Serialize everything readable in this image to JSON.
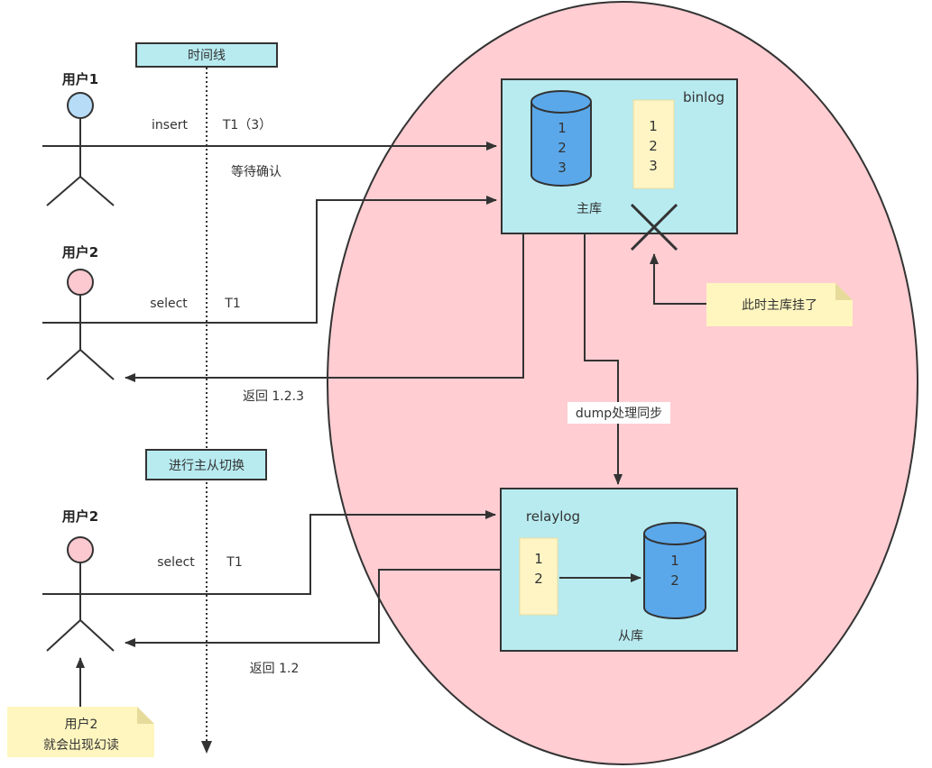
{
  "timeline": {
    "label": "时间线",
    "switch_label": "进行主从切换"
  },
  "users": {
    "user1": "用户1",
    "user2_top": "用户2",
    "user2_bottom": "用户2"
  },
  "messages": {
    "insert": "insert",
    "insert_time": "T1（3）",
    "wait_confirm": "等待确认",
    "select_top": "select",
    "select_top_time": "T1",
    "return_top": "返回 1.2.3",
    "select_bottom": "select",
    "select_bottom_time": "T1",
    "return_bottom": "返回 1.2"
  },
  "master": {
    "binlog_label": "binlog",
    "db_label": "主库",
    "db_values": [
      "1",
      "2",
      "3"
    ],
    "binlog_values": [
      "1",
      "2",
      "3"
    ],
    "crash_note": "此时主库挂了"
  },
  "sync": {
    "label": "dump处理同步"
  },
  "slave": {
    "relaylog_label": "relaylog",
    "db_label": "从库",
    "relay_values": [
      "1",
      "2"
    ],
    "db_values": [
      "1",
      "2"
    ]
  },
  "phantom_note": {
    "line1": "用户2",
    "line2": "就会出现幻读"
  },
  "colors": {
    "ellipse": "#ffcdd2",
    "server_box": "#b7ebf0",
    "db_cylinder": "#5aa8ea",
    "log_block": "#fff5c4",
    "note": "#fff6bf",
    "user1_head": "#b6dcf7",
    "user2_head": "#fbc9cf",
    "line": "#333333"
  }
}
